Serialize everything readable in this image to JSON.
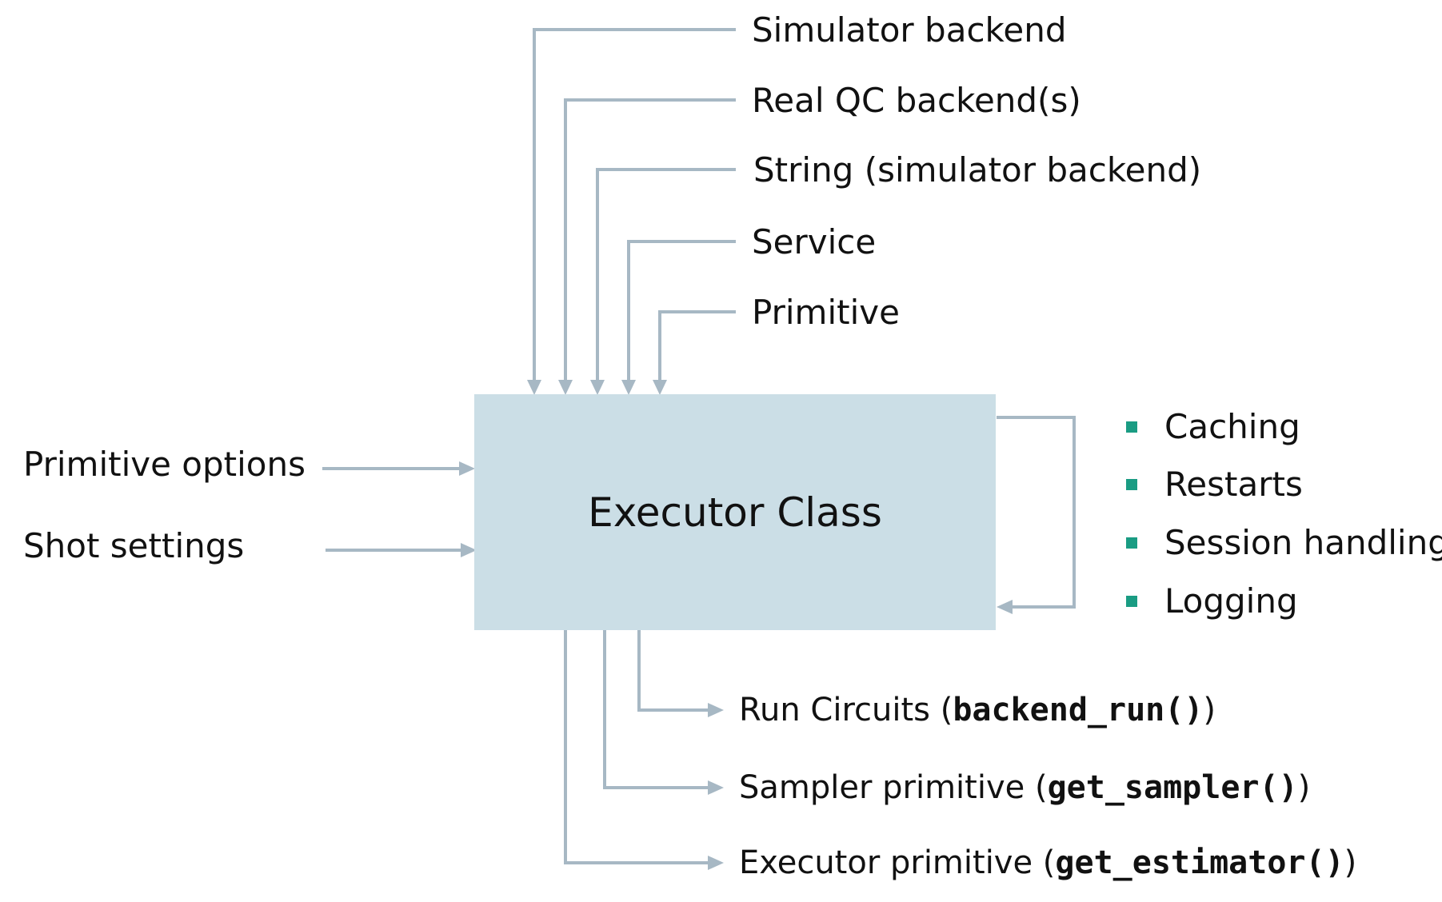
{
  "colors": {
    "connector": "#a7b8c4",
    "box_fill": "#cbdee6",
    "bullet": "#1a9c83",
    "text": "#111111"
  },
  "center": {
    "label": "Executor Class"
  },
  "top_inputs": [
    {
      "label": "Simulator backend"
    },
    {
      "label": "Real QC backend(s)"
    },
    {
      "label": "String (simulator backend)"
    },
    {
      "label": "Service"
    },
    {
      "label": "Primitive"
    }
  ],
  "left_inputs": [
    {
      "label": "Primitive options"
    },
    {
      "label": "Shot settings"
    }
  ],
  "features": [
    {
      "label": "Caching",
      "icon": "square-bullet-icon"
    },
    {
      "label": "Restarts",
      "icon": "square-bullet-icon"
    },
    {
      "label": "Session handling",
      "icon": "square-bullet-icon"
    },
    {
      "label": "Logging",
      "icon": "square-bullet-icon"
    }
  ],
  "outputs": [
    {
      "prefix": "Run Circuits (",
      "code": "backend_run()",
      "suffix": ")"
    },
    {
      "prefix": "Sampler primitive (",
      "code": "get_sampler()",
      "suffix": ")"
    },
    {
      "prefix": "Executor primitive (",
      "code": "get_estimator()",
      "suffix": ")"
    }
  ]
}
